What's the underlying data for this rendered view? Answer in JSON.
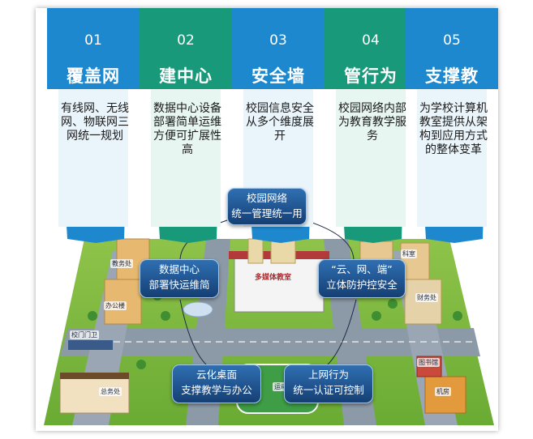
{
  "columns": [
    {
      "num": "01",
      "title": "覆盖网",
      "desc": "有线网、无线网、物联网三网统一规划",
      "color": "#1e88cf"
    },
    {
      "num": "02",
      "title": "建中心",
      "desc": "数据中心设备部署简单运维方便可扩展性高",
      "color": "#17997a"
    },
    {
      "num": "03",
      "title": "安全墙",
      "desc": "校园信息安全从多个维度展开",
      "color": "#1e88cf"
    },
    {
      "num": "04",
      "title": "管行为",
      "desc": "校园网络内部为教育教学服务",
      "color": "#17997a"
    },
    {
      "num": "05",
      "title": "支撑教",
      "desc": "为学校计算机教室提供从架构到应用方式的整体变革",
      "color": "#1e88cf"
    }
  ],
  "callouts": {
    "network": {
      "line1": "校园网络",
      "line2": "统一管理统一用"
    },
    "datacenter": {
      "line1": "数据中心",
      "line2": "部署快运维简"
    },
    "security": {
      "line1": "“云、网、端”",
      "line2": "立体防护控安全"
    },
    "cloud": {
      "line1": "云化桌面",
      "line2": "支撑教学与办公"
    },
    "behavior": {
      "line1": "上网行为",
      "line2": "统一认证可控制"
    }
  },
  "buildings": {
    "academic": "教务处",
    "office": "办公楼",
    "gate": "校门门卫",
    "general": "总务处",
    "multimedia": "多媒体教室",
    "science": "科室",
    "finance": "财务处",
    "library": "图书馆",
    "machine_room": "机房",
    "sports": "运动"
  }
}
